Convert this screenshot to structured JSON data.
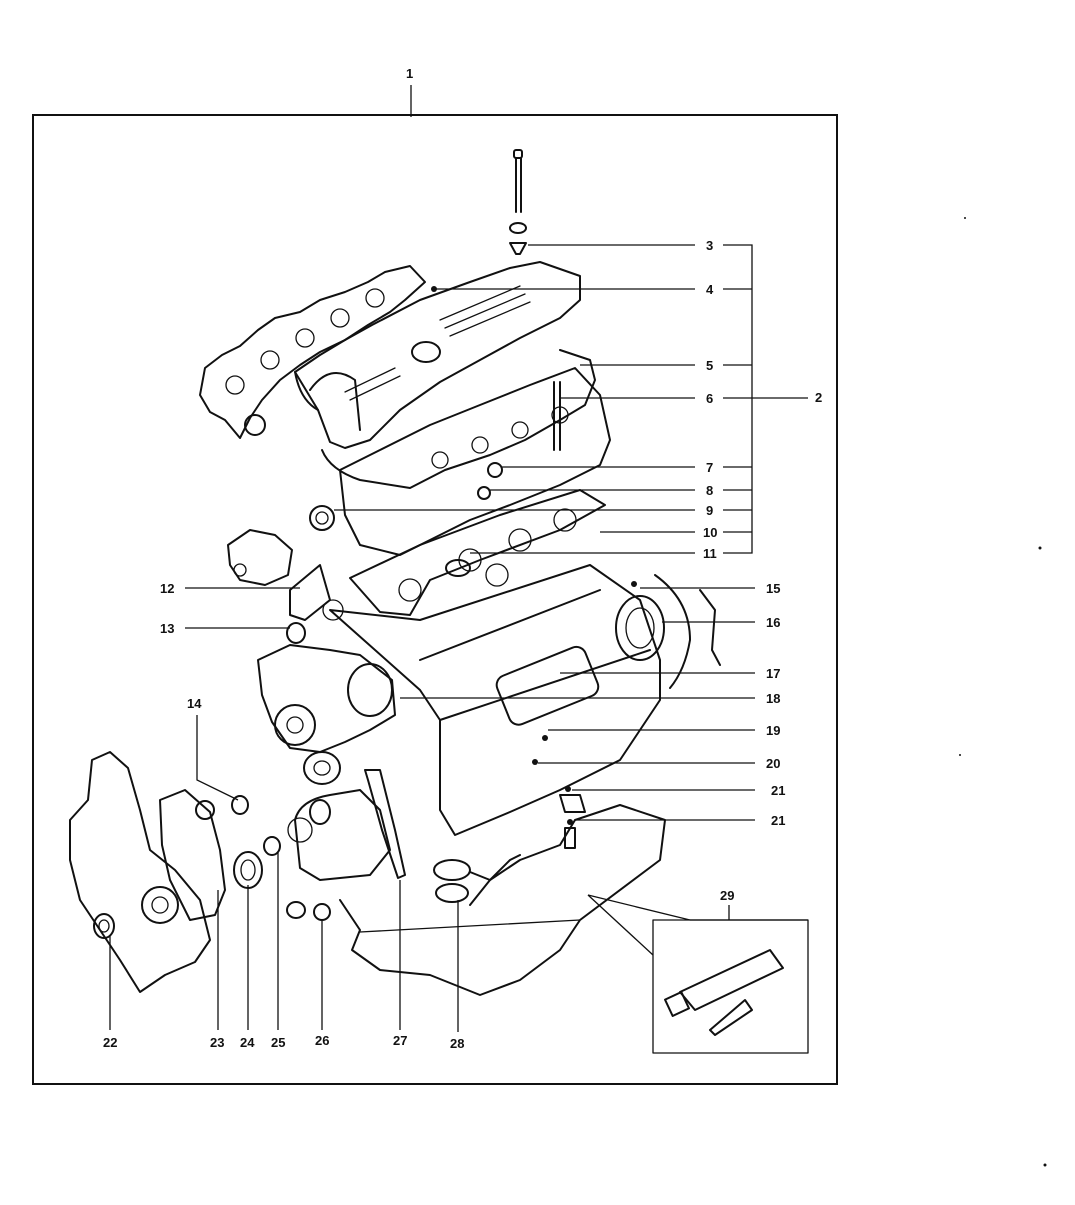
{
  "diagram": {
    "kit_number": "1",
    "kit_bracket_number": "2",
    "callouts": [
      {
        "id": "3"
      },
      {
        "id": "4"
      },
      {
        "id": "5"
      },
      {
        "id": "6"
      },
      {
        "id": "7"
      },
      {
        "id": "8"
      },
      {
        "id": "9"
      },
      {
        "id": "10"
      },
      {
        "id": "11"
      },
      {
        "id": "12"
      },
      {
        "id": "13"
      },
      {
        "id": "14"
      },
      {
        "id": "15"
      },
      {
        "id": "16"
      },
      {
        "id": "17"
      },
      {
        "id": "18"
      },
      {
        "id": "19"
      },
      {
        "id": "20"
      },
      {
        "id": "21"
      },
      {
        "id": "21b",
        "label": "21"
      },
      {
        "id": "22"
      },
      {
        "id": "23"
      },
      {
        "id": "24"
      },
      {
        "id": "25"
      },
      {
        "id": "26"
      },
      {
        "id": "27"
      },
      {
        "id": "28"
      },
      {
        "id": "29"
      }
    ],
    "colors": {
      "ink": "#111111",
      "paper": "#ffffff"
    }
  }
}
